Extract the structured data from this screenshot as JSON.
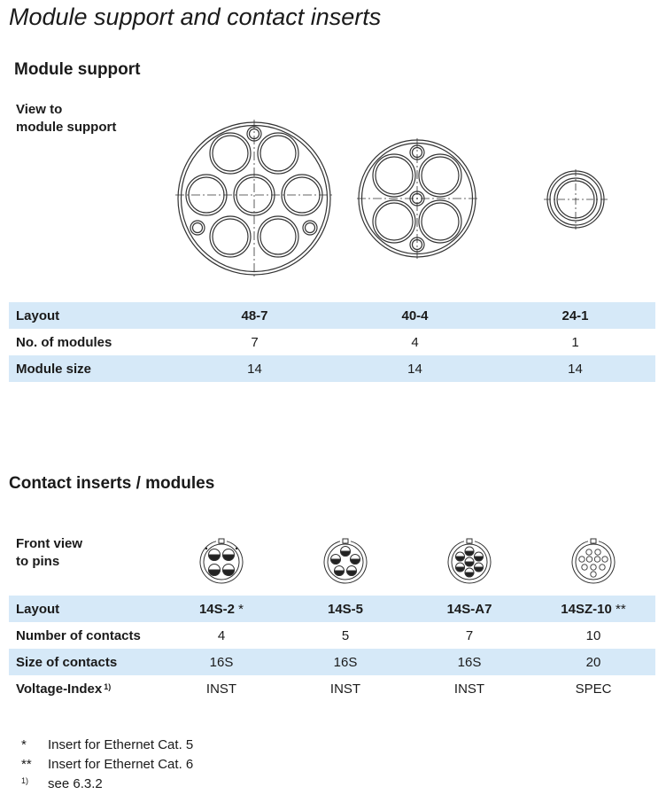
{
  "page_title": "Module support and contact inserts",
  "module_support": {
    "heading": "Module support",
    "view_label_1": "View to",
    "view_label_2": "module support",
    "rows": [
      {
        "label": "Layout",
        "values": [
          "48-7",
          "40-4",
          "24-1"
        ]
      },
      {
        "label": "No. of modules",
        "values": [
          "7",
          "4",
          "1"
        ]
      },
      {
        "label": "Module size",
        "values": [
          "14",
          "14",
          "14"
        ]
      }
    ]
  },
  "contact_inserts": {
    "heading": "Contact inserts / modules",
    "view_label_1": "Front view",
    "view_label_2": "to pins",
    "layout_label": "Layout",
    "layouts": [
      {
        "name": "14S-2",
        "mark": "*"
      },
      {
        "name": "14S-5",
        "mark": ""
      },
      {
        "name": "14S-A7",
        "mark": ""
      },
      {
        "name": "14SZ-10",
        "mark": "**"
      }
    ],
    "rows": [
      {
        "label": "Number of contacts",
        "values": [
          "4",
          "5",
          "7",
          "10"
        ]
      },
      {
        "label": "Size of contacts",
        "values": [
          "16S",
          "16S",
          "16S",
          "20"
        ]
      },
      {
        "label": "Voltage-Index",
        "sup": "1)",
        "values": [
          "INST",
          "INST",
          "INST",
          "SPEC"
        ]
      }
    ]
  },
  "footnotes": [
    {
      "mark": "*",
      "text": "Insert for Ethernet Cat. 5"
    },
    {
      "mark": "**",
      "text": "Insert for Ethernet Cat. 6"
    },
    {
      "mark": "1)",
      "text": "see 6.3.2"
    }
  ]
}
